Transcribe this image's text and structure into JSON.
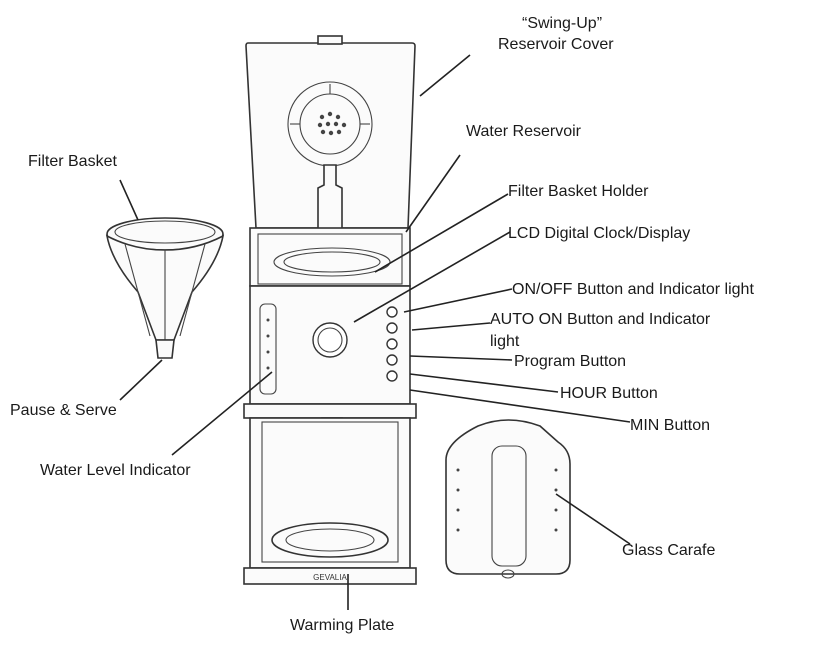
{
  "diagram": {
    "labels": {
      "swing_up_1": "“Swing-Up”",
      "swing_up_2": "Reservoir Cover",
      "water_reservoir": "Water Reservoir",
      "filter_basket": "Filter Basket",
      "filter_basket_holder": "Filter Basket Holder",
      "lcd_display": "LCD Digital Clock/Display",
      "on_off": "ON/OFF Button and Indicator light",
      "auto_on_1": "AUTO ON Button and Indicator",
      "auto_on_2": "light",
      "program": "Program Button",
      "hour": "HOUR Button",
      "min": "MIN Button",
      "pause_serve": "Pause & Serve",
      "water_level": "Water Level Indicator",
      "glass_carafe": "Glass Carafe",
      "warming_plate": "Warming Plate"
    },
    "brand": "GEVALIA"
  }
}
